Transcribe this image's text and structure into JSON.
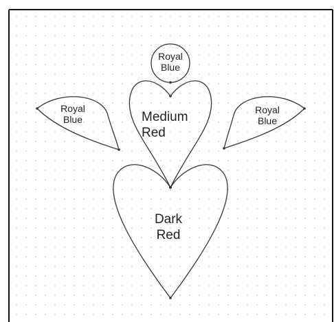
{
  "shapes": {
    "top_circle": {
      "line1": "Royal",
      "line2": "Blue"
    },
    "left_petal": {
      "line1": "Royal",
      "line2": "Blue"
    },
    "right_petal": {
      "line1": "Royal",
      "line2": "Blue"
    },
    "medium_heart": {
      "line1": "Medium",
      "line2": "Red"
    },
    "dark_heart": {
      "line1": "Dark",
      "line2": "Red"
    }
  },
  "colors": {
    "outline": "#333333",
    "border": "#111111",
    "grid_dots": "#dedede",
    "background": "#ffffff"
  }
}
